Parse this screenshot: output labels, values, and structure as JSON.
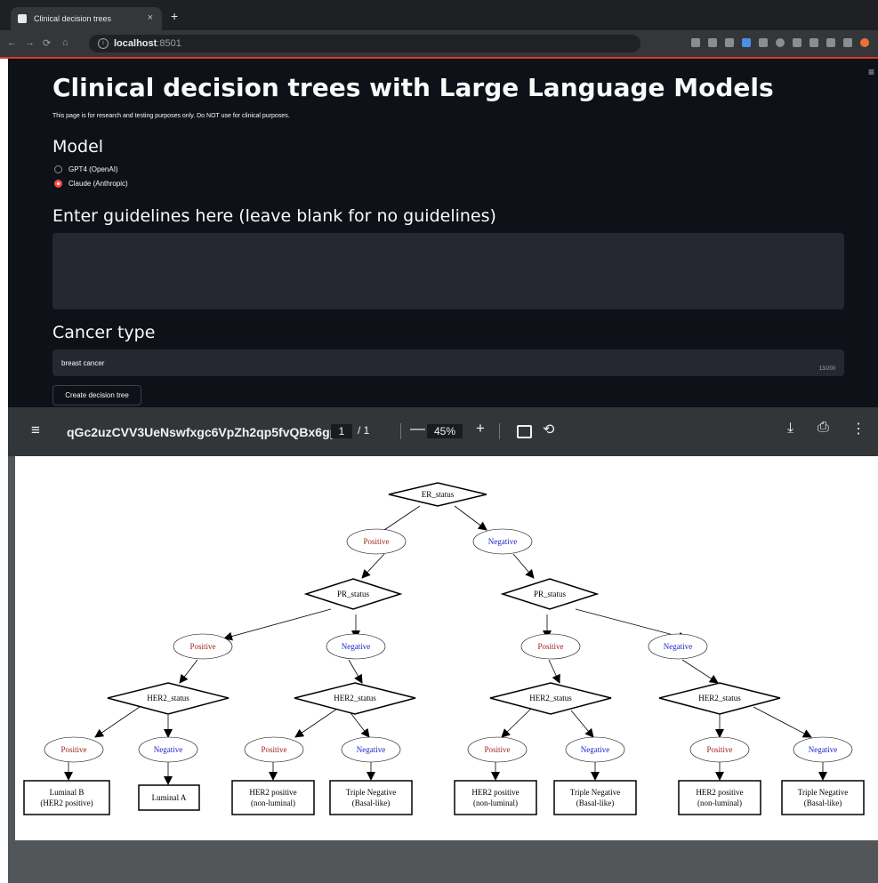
{
  "browser": {
    "tab_title": "Clinical decision trees",
    "tab_close": "×",
    "new_tab": "+",
    "url_host": "localhost",
    "url_port": ":8501",
    "nav": {
      "back": "←",
      "forward": "→",
      "reload": "⟳",
      "home": "⌂"
    }
  },
  "app": {
    "title": "Clinical decision trees with Large Language Models",
    "disclaimer": "This page is for research and testing purposes only. Do NOT use for clinical purposes.",
    "model_heading": "Model",
    "model_options": [
      {
        "label": "GPT4 (OpenAI)",
        "selected": false
      },
      {
        "label": "Claude (Anthropic)",
        "selected": true
      }
    ],
    "guidelines_heading": "Enter guidelines here (leave blank for no guidelines)",
    "guidelines_value": "",
    "cancer_heading": "Cancer type",
    "cancer_value": "breast cancer",
    "char_count": "13/200",
    "create_button": "Create decision tree",
    "menu_icon": "≡"
  },
  "pdf": {
    "filename": "qGc2uzCVV3UeNswfxgc6VpZh2qp5fvQBx6gp...",
    "page_current": "1",
    "page_total": "/ 1",
    "zoom": "45%",
    "minus": "—",
    "plus": "+"
  },
  "tree": {
    "colors": {
      "positive": "#9b1e14",
      "negative": "#1a22c4"
    },
    "nodes": {
      "er": "ER_status",
      "er_pos": "Positive",
      "er_neg": "Negative",
      "pr_left": "PR_status",
      "pr_right": "PR_status",
      "l_pos": "Positive",
      "l_neg": "Negative",
      "r_pos": "Positive",
      "r_neg": "Negative",
      "h1": "HER2_status",
      "h2": "HER2_status",
      "h3": "HER2_status",
      "h4": "HER2_status",
      "h1_pos": "Positive",
      "h1_neg": "Negative",
      "h2_pos": "Positive",
      "h2_neg": "Negative",
      "h3_pos": "Positive",
      "h3_neg": "Negative",
      "h4_pos": "Positive",
      "h4_neg": "Negative",
      "leaf1": [
        "Luminal B",
        "(HER2 positive)"
      ],
      "leaf2": [
        "Luminal A"
      ],
      "leaf3": [
        "HER2 positive",
        "(non-luminal)"
      ],
      "leaf4": [
        "Triple Negative",
        "(Basal-like)"
      ],
      "leaf5": [
        "HER2 positive",
        "(non-luminal)"
      ],
      "leaf6": [
        "Triple Negative",
        "(Basal-like)"
      ],
      "leaf7": [
        "HER2 positive",
        "(non-luminal)"
      ],
      "leaf8": [
        "Triple Negative",
        "(Basal-like)"
      ]
    }
  }
}
